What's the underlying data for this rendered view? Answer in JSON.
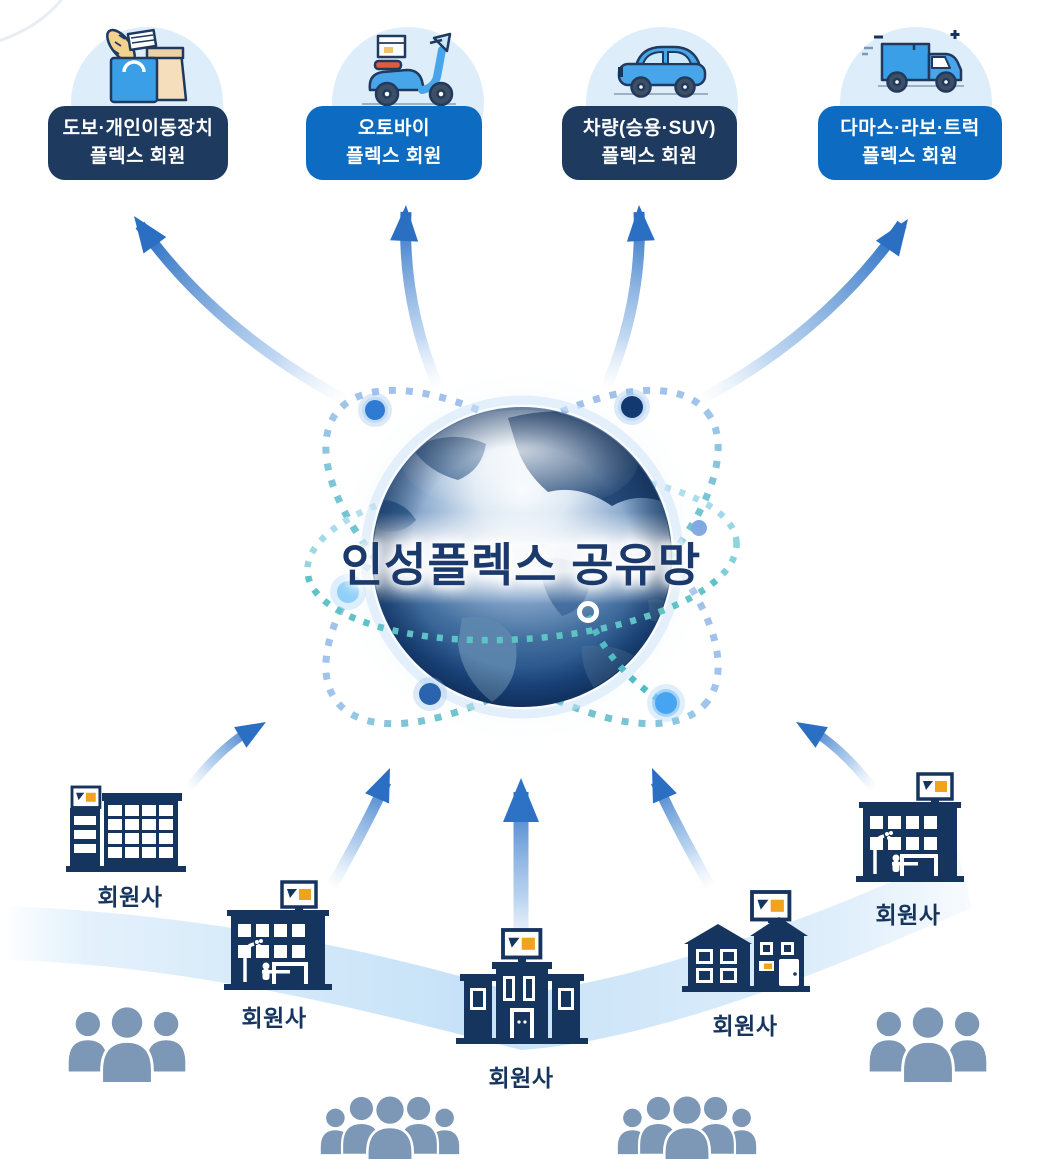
{
  "diagram": {
    "center": {
      "title": "인성플렉스 공유망"
    },
    "flex_member_nodes": [
      {
        "icon": "shopping-bag-icon",
        "line1": "도보·개인이동장치",
        "line2": "플렉스 회원",
        "pill_color": "#1e3a5f"
      },
      {
        "icon": "delivery-scooter-icon",
        "line1": "오토바이",
        "line2": "플렉스 회원",
        "pill_color": "#0d6cc1"
      },
      {
        "icon": "car-icon",
        "line1": "차량(승용·SUV)",
        "line2": "플렉스 회원",
        "pill_color": "#1e3a5f"
      },
      {
        "icon": "delivery-truck-icon",
        "line1": "다마스·라보·트럭",
        "line2": "플렉스 회원",
        "pill_color": "#0d6cc1"
      }
    ],
    "member_companies": [
      {
        "label": "회원사",
        "building_icon": "office-building-grid-icon"
      },
      {
        "label": "회원사",
        "building_icon": "office-building-gate-icon"
      },
      {
        "label": "회원사",
        "building_icon": "headquarters-building-icon"
      },
      {
        "label": "회원사",
        "building_icon": "twin-house-building-icon"
      },
      {
        "label": "회원사",
        "building_icon": "office-building-gate-icon"
      }
    ],
    "people_groups": [
      {
        "icon": "people-group-icon",
        "count": 3,
        "position": "left"
      },
      {
        "icon": "people-group-icon",
        "count": 5,
        "position": "bottom-left"
      },
      {
        "icon": "people-group-icon",
        "count": 5,
        "position": "bottom-right"
      },
      {
        "icon": "people-group-icon",
        "count": 3,
        "position": "right"
      }
    ],
    "colors": {
      "pill_navy": "#1e3a5f",
      "pill_blue": "#0d6cc1",
      "node_halo": "#ddeefa",
      "arrow_blue": "#2b6fc3",
      "building_navy": "#16355e",
      "sign_orange": "#f2a31c",
      "people_gray_blue": "#7d97b6",
      "swoosh_blue": "#c3e0f7",
      "orbit_periwinkle": "#a3bfec",
      "orbit_teal": "#5fc3c5",
      "globe_navy": "#1d4a85",
      "title_navy": "#1b3a6b"
    }
  }
}
